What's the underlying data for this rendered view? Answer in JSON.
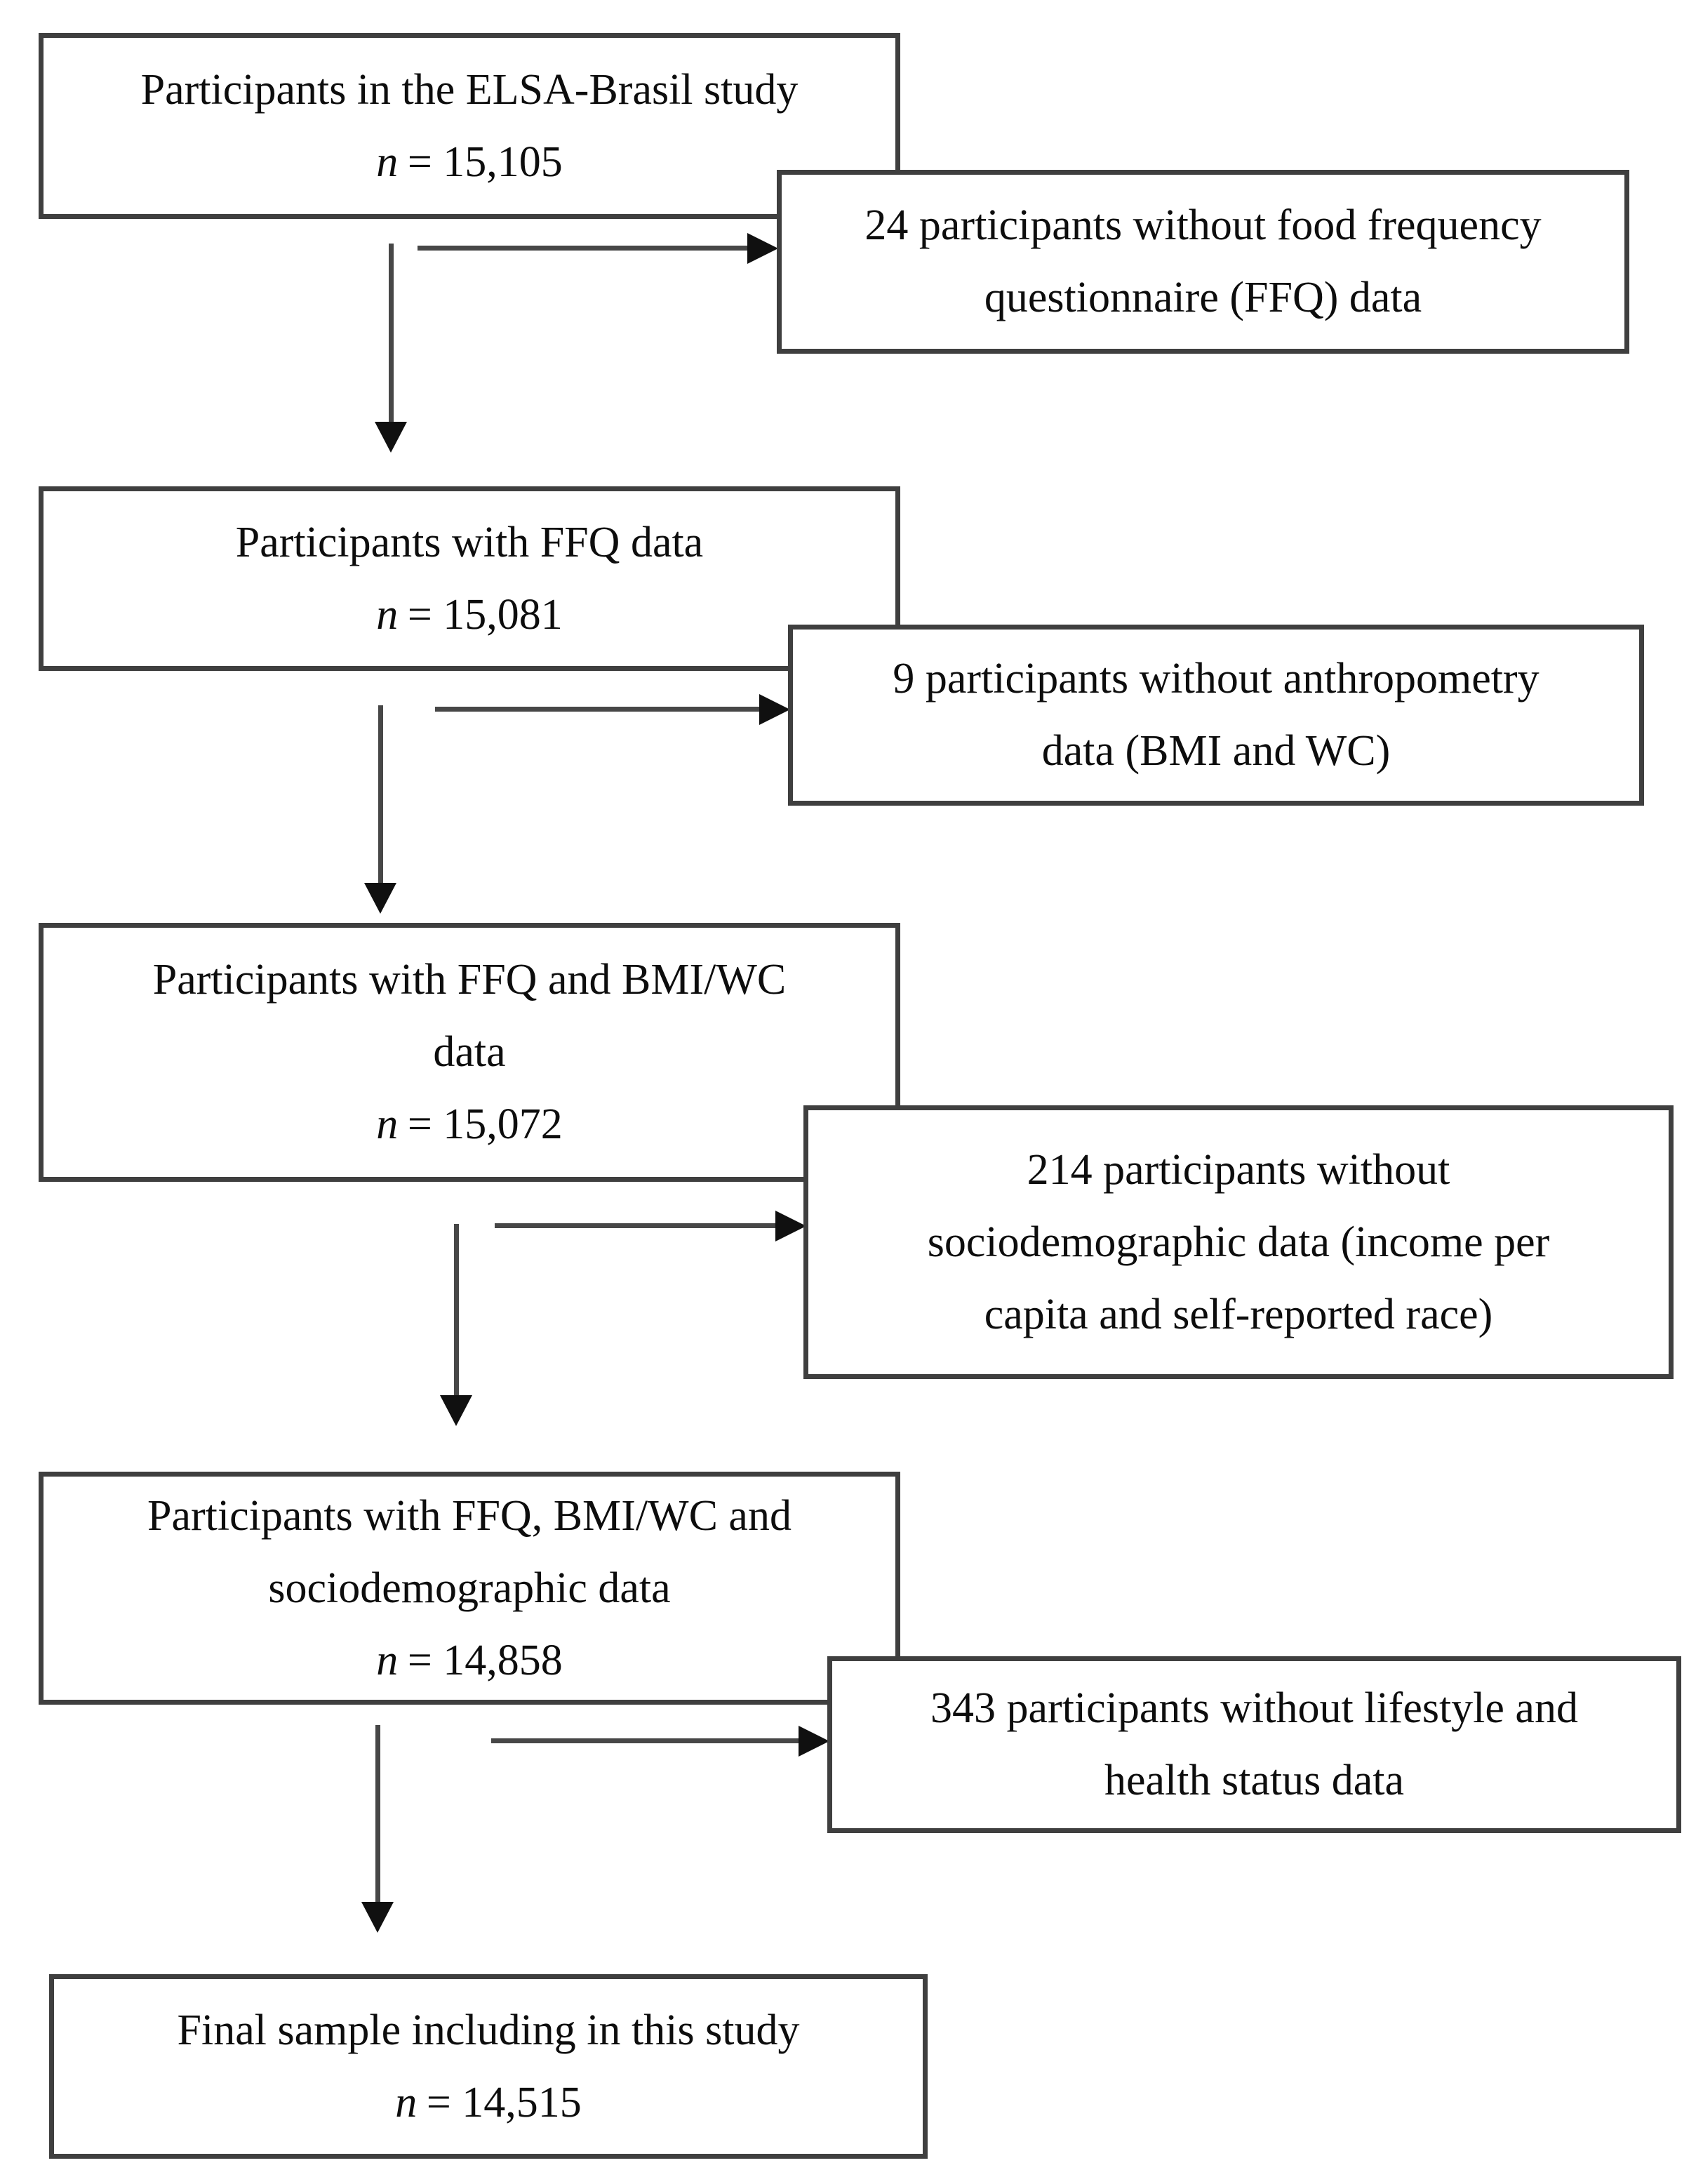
{
  "figure": {
    "description": "Participant flow diagram of the ELSA-Brasil study sample selection",
    "colors": {
      "background": "#ffffff",
      "box_fill": "#ffffff",
      "box_border": "#3f3f3f",
      "text": "#0d0d0d",
      "arrow_line": "#474747",
      "arrow_head": "#101010"
    },
    "main_boxes": [
      {
        "lines": [
          "Participants in the ELSA-Brasil study"
        ],
        "n_symbol": "n",
        "n_value": "= 15,105"
      },
      {
        "lines": [
          "Participants with FFQ data"
        ],
        "n_symbol": "n",
        "n_value": "= 15,081"
      },
      {
        "lines": [
          "Participants with FFQ and BMI/WC",
          "data"
        ],
        "n_symbol": "n",
        "n_value": "= 15,072"
      },
      {
        "lines": [
          "Participants with FFQ, BMI/WC and",
          "sociodemographic data"
        ],
        "n_symbol": "n",
        "n_value": "= 14,858"
      },
      {
        "lines": [
          "Final sample including in this study"
        ],
        "n_symbol": "n",
        "n_value": "= 14,515"
      }
    ],
    "exclusion_boxes": [
      {
        "lines": [
          "24 participants without food frequency",
          "questionnaire (FFQ) data"
        ]
      },
      {
        "lines": [
          "9 participants without anthropometry",
          "data (BMI and WC)"
        ]
      },
      {
        "lines": [
          "214 participants without",
          "sociodemographic data (income per",
          "capita and self-reported race)"
        ]
      },
      {
        "lines": [
          "343 participants without lifestyle and",
          "health status data"
        ]
      }
    ]
  }
}
